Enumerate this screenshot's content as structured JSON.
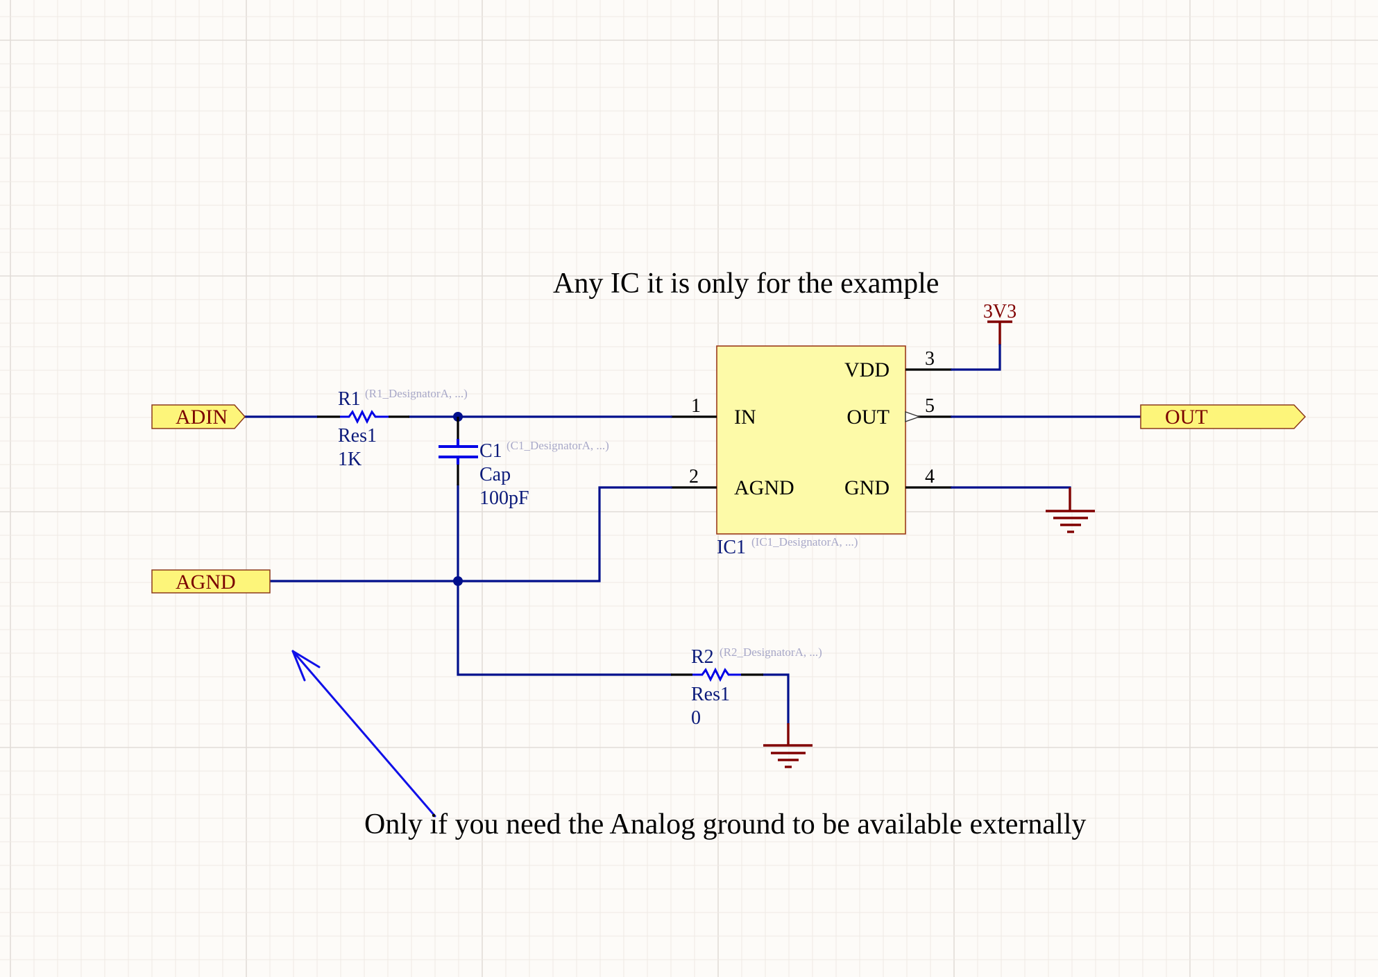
{
  "notes": {
    "top": "Any IC it is only for the example",
    "bottom": "Only if you need the Analog ground to be available externally"
  },
  "ports": {
    "adin": "ADIN",
    "agnd": "AGND",
    "out": "OUT"
  },
  "power": {
    "vcc_label": "3V3"
  },
  "components": {
    "r1": {
      "designator": "R1",
      "annotation": "(R1_DesignatorA, ...)",
      "comment": "Res1",
      "value": "1K"
    },
    "c1": {
      "designator": "C1",
      "annotation": "(C1_DesignatorA, ...)",
      "comment": "Cap",
      "value": "100pF"
    },
    "r2": {
      "designator": "R2",
      "annotation": "(R2_DesignatorA, ...)",
      "comment": "Res1",
      "value": "0"
    },
    "ic1": {
      "designator": "IC1",
      "annotation": "(IC1_DesignatorA, ...)",
      "pins": {
        "in": {
          "number": "1",
          "name": "IN"
        },
        "agnd": {
          "number": "2",
          "name": "AGND"
        },
        "vdd": {
          "number": "3",
          "name": "VDD"
        },
        "gnd": {
          "number": "4",
          "name": "GND"
        },
        "out": {
          "number": "5",
          "name": "OUT"
        }
      }
    }
  },
  "colors": {
    "wire": "#000f8c",
    "pin": "#000000",
    "component_body": "#0000e6",
    "power_symbol": "#800000",
    "port_fill": "#fdf57a",
    "port_text": "#7a0000",
    "ic_fill": "#fdfaa8",
    "annotation": "#a8a8c8",
    "sheet_background": "#fdfbf8"
  }
}
